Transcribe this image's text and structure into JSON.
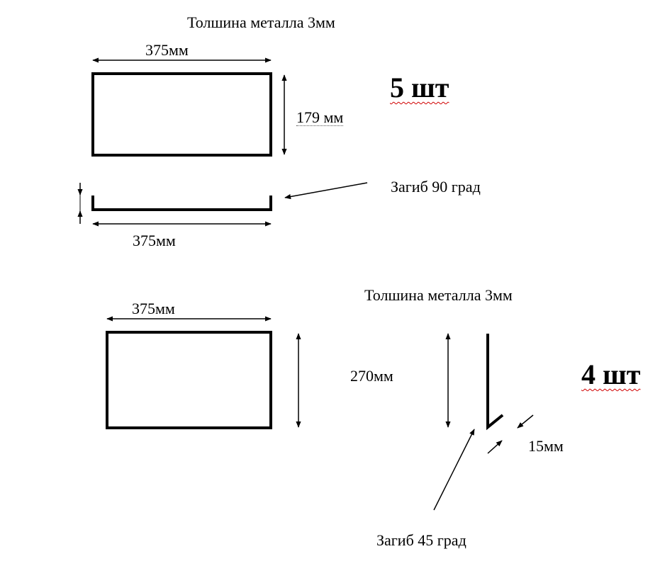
{
  "part1": {
    "thickness": "Толшина металла 3мм",
    "width_top": "375мм",
    "height": "179 мм",
    "quantity": "5 шт",
    "bend_note": "Загиб 90 град",
    "width_bottom": "375мм"
  },
  "part2": {
    "thickness": "Толшина металла 3мм",
    "width": "375мм",
    "height": "270мм",
    "quantity": "4 шт",
    "flange": "15мм",
    "bend_note": "Загиб 45 град"
  },
  "colors": {
    "ink": "#000000",
    "spellcheck": "#d00000"
  }
}
